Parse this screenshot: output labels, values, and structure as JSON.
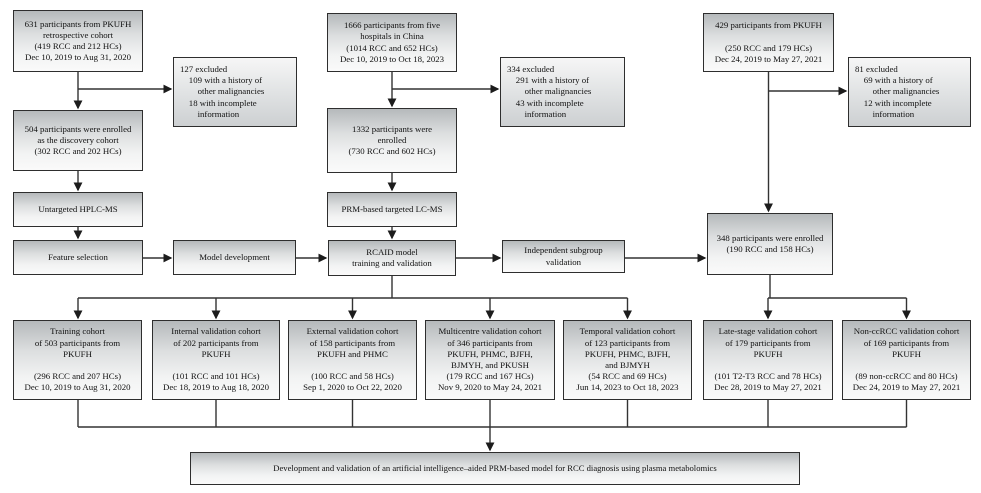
{
  "colors": {
    "background": "#ffffff",
    "box_border": "#2e2e2e",
    "box_gradient_top": "#b5b9bb",
    "box_gradient_bottom": "#fafafa",
    "excluded_gradient_top": "#f6f6f6",
    "excluded_gradient_bottom": "#cdd0d2",
    "connector_line": "#333333",
    "arrowhead": "#1c1c1c",
    "text": "#111111"
  },
  "discovery_column": {
    "source": {
      "lines": [
        "631 participants from PKUFH",
        "retrospective cohort",
        "(419 RCC and 212 HCs)",
        "Dec 10, 2019 to Aug 31, 2020"
      ]
    },
    "excluded": {
      "lines": [
        "127 excluded",
        "    109 with a history of",
        "        other malignancies",
        "    18 with incomplete",
        "        information"
      ]
    },
    "enrolled": {
      "lines": [
        "504 participants were enrolled",
        "as the discovery cohort",
        "(302 RCC and 202 HCs)"
      ]
    },
    "untargeted": {
      "lines": [
        "Untargeted HPLC-MS"
      ]
    },
    "feature_selection": {
      "lines": [
        "Feature selection"
      ]
    },
    "model_development": {
      "lines": [
        "Model development"
      ]
    }
  },
  "prm_column": {
    "source": {
      "lines": [
        "1666 participants from five",
        "hospitals in China",
        "(1014 RCC and 652 HCs)",
        "Dec 10, 2019 to Oct 18, 2023"
      ]
    },
    "excluded": {
      "lines": [
        "334 excluded",
        "    291 with a history of",
        "        other malignancies",
        "    43 with incomplete",
        "        information"
      ]
    },
    "enrolled": {
      "lines": [
        "1332 participants were",
        "enrolled",
        "(730 RCC and 602 HCs)"
      ]
    },
    "prm_lcms": {
      "lines": [
        "PRM-based targeted LC-MS"
      ]
    },
    "rcaid": {
      "lines": [
        "RCAID model",
        "training and validation"
      ]
    },
    "independent_subgroup": {
      "lines": [
        "Independent subgroup",
        "validation"
      ]
    }
  },
  "prospective_column": {
    "source": {
      "lines": [
        "429 participants from PKUFH",
        "",
        "(250 RCC and 179 HCs)",
        "Dec 24, 2019 to May 27, 2021"
      ]
    },
    "excluded": {
      "lines": [
        "81 excluded",
        "    69 with a history of",
        "        other malignancies",
        "    12 with incomplete",
        "        information"
      ]
    },
    "enrolled": {
      "lines": [
        "348 participants were enrolled",
        "(190 RCC and 158 HCs)"
      ]
    }
  },
  "cohorts": [
    {
      "name": "training",
      "lines": [
        "Training cohort",
        "of 503 participants from",
        "PKUFH",
        "",
        "(296 RCC and 207 HCs)",
        "Dec 10, 2019 to Aug 31, 2020"
      ]
    },
    {
      "name": "internal-validation",
      "lines": [
        "Internal validation cohort",
        "of 202 participants from",
        "PKUFH",
        "",
        "(101 RCC and 101 HCs)",
        "Dec 18, 2019 to Aug 18, 2020"
      ]
    },
    {
      "name": "external-validation",
      "lines": [
        "External validation cohort",
        "of 158 participants from",
        "PKUFH and PHMC",
        "",
        "(100 RCC and 58 HCs)",
        "Sep 1, 2020 to Oct 22, 2020"
      ]
    },
    {
      "name": "multicentre-validation",
      "lines": [
        "Multicentre validation cohort",
        "of 346 participants from",
        "PKUFH, PHMC, BJFH,",
        "BJMYH, and PKUSH",
        "(179 RCC and 167 HCs)",
        "Nov 9, 2020 to May 24, 2021"
      ]
    },
    {
      "name": "temporal-validation",
      "lines": [
        "Temporal validation cohort",
        "of 123 participants from",
        "PKUFH, PHMC, BJFH,",
        "and BJMYH",
        "(54 RCC and 69 HCs)",
        "Jun 14, 2023 to Oct 18, 2023"
      ]
    },
    {
      "name": "late-stage-validation",
      "lines": [
        "Late-stage validation cohort",
        "of 179 participants from",
        "PKUFH",
        "",
        "(101 T2-T3 RCC and 78 HCs)",
        "Dec 28, 2019 to May 27, 2021"
      ]
    },
    {
      "name": "non-ccrcc-validation",
      "lines": [
        "Non-ccRCC validation cohort",
        "of 169 participants from",
        "PKUFH",
        "",
        "(89 non-ccRCC and 80 HCs)",
        "Dec 24, 2019 to May 27, 2021"
      ]
    }
  ],
  "conclusion": {
    "lines": [
      "Development and validation of an artificial intelligence–aided PRM-based model for RCC diagnosis using plasma metabolomics"
    ]
  }
}
